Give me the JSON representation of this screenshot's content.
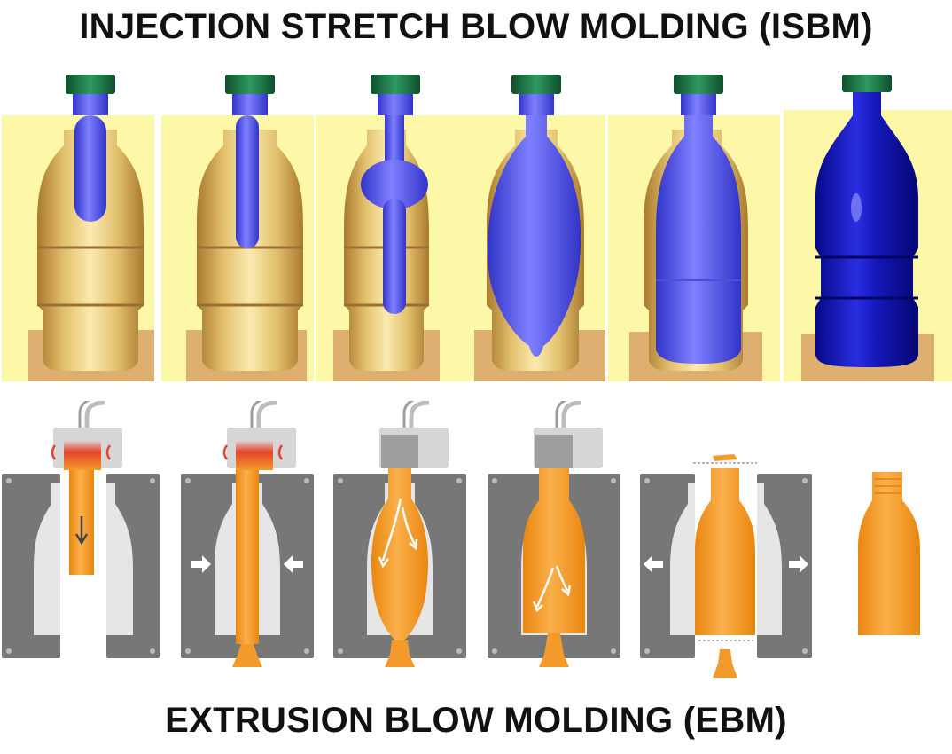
{
  "top_title": "INJECTION STRETCH BLOW MOLDING (ISBM)",
  "bottom_title": "EXTRUSION BLOW MOLDING (EBM)",
  "colors": {
    "isbm_background": "#fdf7a8",
    "mold_gold": "#e2c06c",
    "mold_base": "#ddb071",
    "preform_blue": "#5a5cf2",
    "bottle_blue": "#0e12a8",
    "cap_green": "#1f7a4a",
    "ebm_mold": "#777777",
    "ebm_cavity": "#e6e6e6",
    "parison_orange": "#f39a2a",
    "heater_red": "#e5432a"
  },
  "isbm_stages": [
    {
      "stage": 1,
      "description": "preform"
    },
    {
      "stage": 2,
      "description": "stretch"
    },
    {
      "stage": 3,
      "description": "pre-blow"
    },
    {
      "stage": 4,
      "description": "blow"
    },
    {
      "stage": 5,
      "description": "fill mold"
    },
    {
      "stage": 6,
      "description": "finished bottle"
    }
  ],
  "ebm_stages": [
    {
      "stage": 1,
      "description": "extrude parison"
    },
    {
      "stage": 2,
      "description": "mold closes"
    },
    {
      "stage": 3,
      "description": "inflate"
    },
    {
      "stage": 4,
      "description": "fill mold"
    },
    {
      "stage": 5,
      "description": "mold opens"
    },
    {
      "stage": 6,
      "description": "finished bottle"
    }
  ]
}
